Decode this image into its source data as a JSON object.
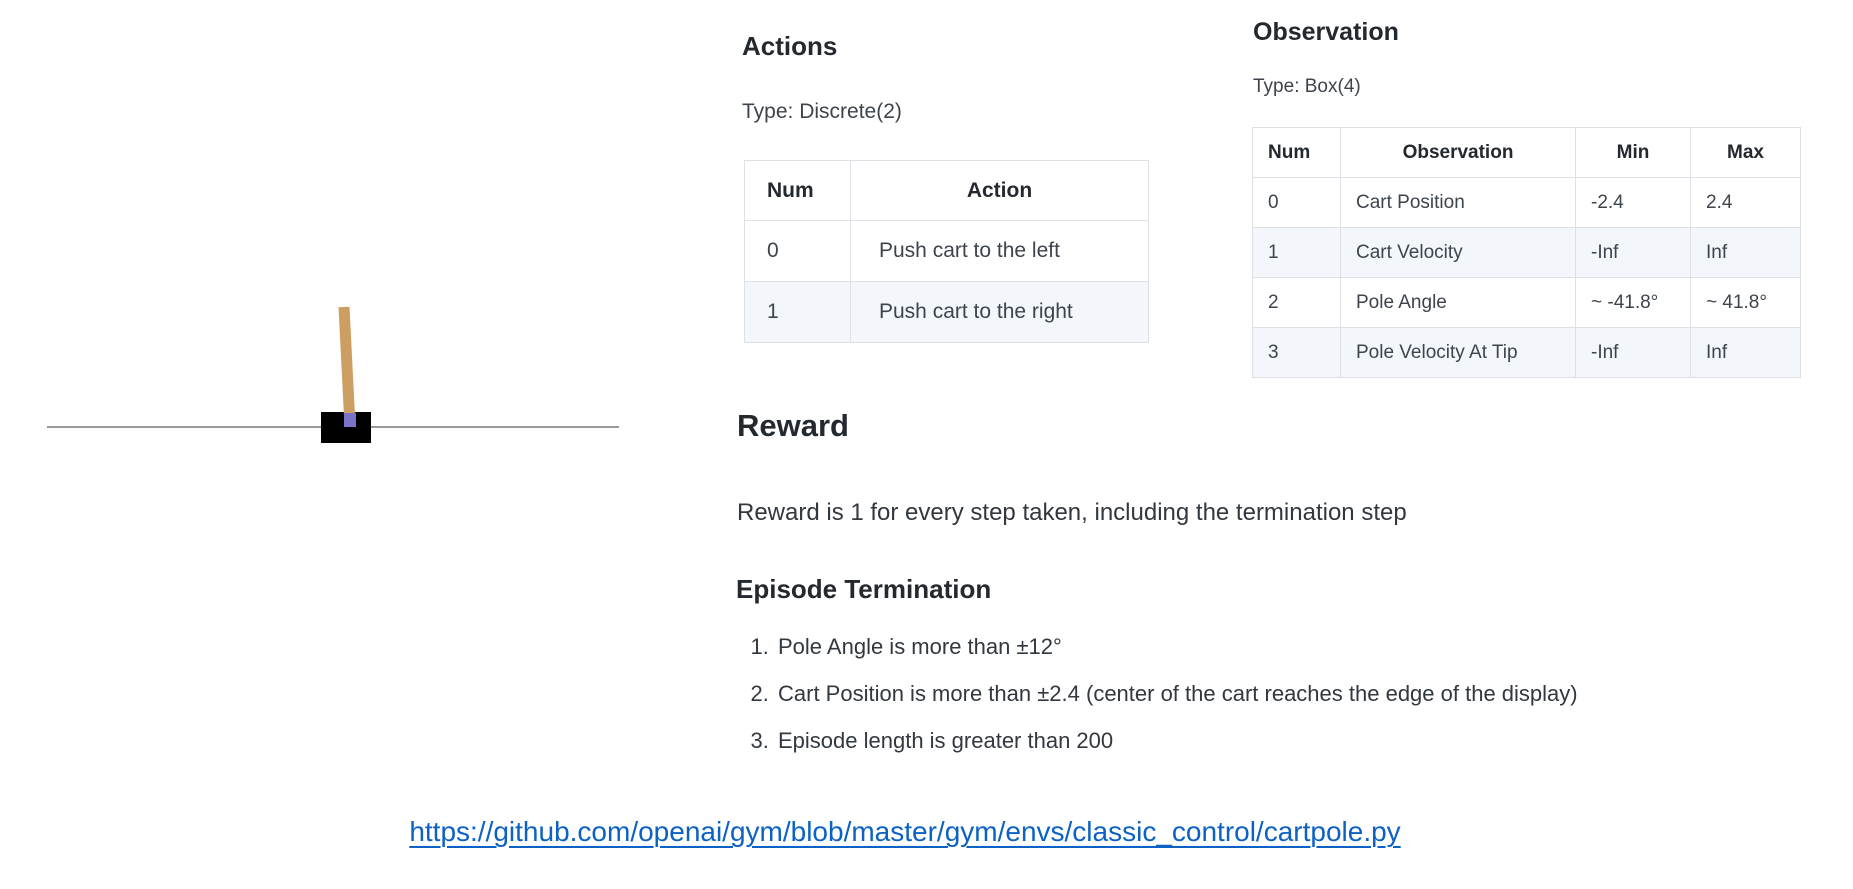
{
  "cartpole": {
    "label": "CartPole environment rendering",
    "track_color": "#9a9a9a",
    "cart_color": "#000000",
    "pole_color": "#cd9e61",
    "axle_color": "#7a74c9"
  },
  "actions": {
    "heading": "Actions",
    "type_label": "Type: Discrete(2)",
    "table": {
      "headers": [
        "Num",
        "Action"
      ],
      "rows": [
        [
          "0",
          "Push cart to the left"
        ],
        [
          "1",
          "Push cart to the right"
        ]
      ]
    }
  },
  "observation": {
    "heading": "Observation",
    "type_label": "Type: Box(4)",
    "table": {
      "headers": [
        "Num",
        "Observation",
        "Min",
        "Max"
      ],
      "rows": [
        [
          "0",
          "Cart Position",
          "-2.4",
          "2.4"
        ],
        [
          "1",
          "Cart Velocity",
          "-Inf",
          "Inf"
        ],
        [
          "2",
          "Pole Angle",
          "~ -41.8°",
          "~ 41.8°"
        ],
        [
          "3",
          "Pole Velocity At Tip",
          "-Inf",
          "Inf"
        ]
      ]
    }
  },
  "reward": {
    "heading": "Reward",
    "text": "Reward is 1 for every step taken, including the termination step"
  },
  "episode_termination": {
    "heading": "Episode Termination",
    "items": [
      "Pole Angle is more than ±12°",
      "Cart Position is more than ±2.4 (center of the cart reaches the edge of the display)",
      "Episode length is greater than 200"
    ]
  },
  "source_link": {
    "url": "https://github.com/openai/gym/blob/master/gym/envs/classic_control/cartpole.py",
    "color": "#0b62c4"
  },
  "style_tokens": {
    "table_border": "#dde1e6",
    "table_stripe": "#f3f6fa",
    "heading_color": "#24292f",
    "body_color": "#32383f"
  }
}
